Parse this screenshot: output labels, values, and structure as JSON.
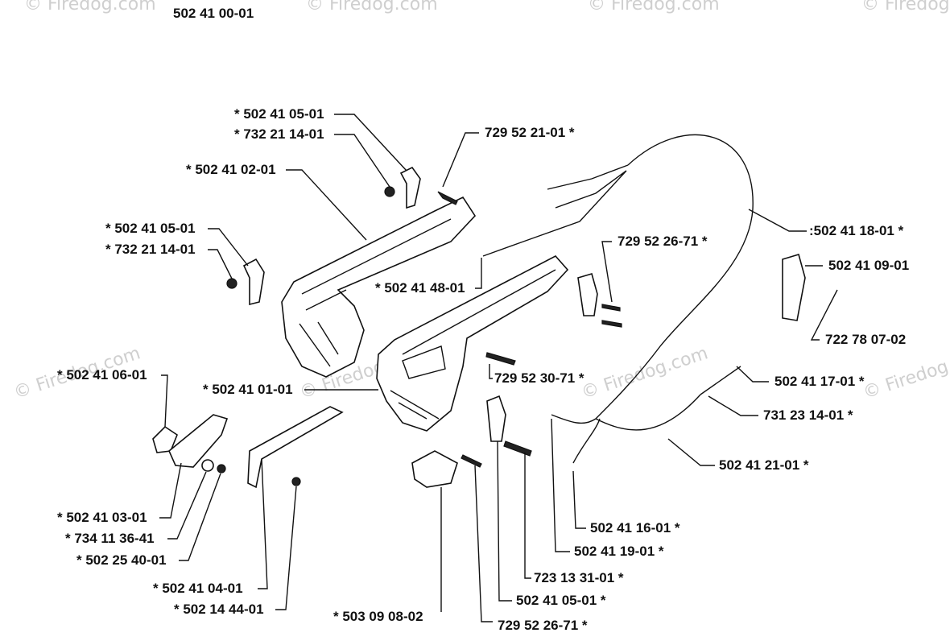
{
  "assembly_number": "502 41 00-01",
  "watermark": "© Firedog.com",
  "labels": [
    "* 502 41 05-01",
    "* 732 21 14-01",
    "* 502 41 02-01",
    "729 52 21-01 *",
    "* 502 41 05-01",
    "* 732 21 14-01",
    ":502 41 18-01 *",
    "729 52 26-71 *",
    "502 41 09-01",
    "* 502 41 48-01",
    "722 78 07-02",
    "* 502 41 06-01",
    "* 502 41 01-01",
    "729 52 30-71 *",
    "502 41 17-01 *",
    "731 23 14-01 *",
    "502 41 21-01 *",
    "* 502 41 03-01",
    "* 734 11 36-41",
    "* 502 25 40-01",
    "502 41 16-01 *",
    "502 41 19-01 *",
    "723 13 31-01 *",
    "* 502 41 04-01",
    "* 502 14 44-01",
    "502 41 05-01 *",
    "* 503 09 08-02",
    "729 52 26-71 *"
  ]
}
